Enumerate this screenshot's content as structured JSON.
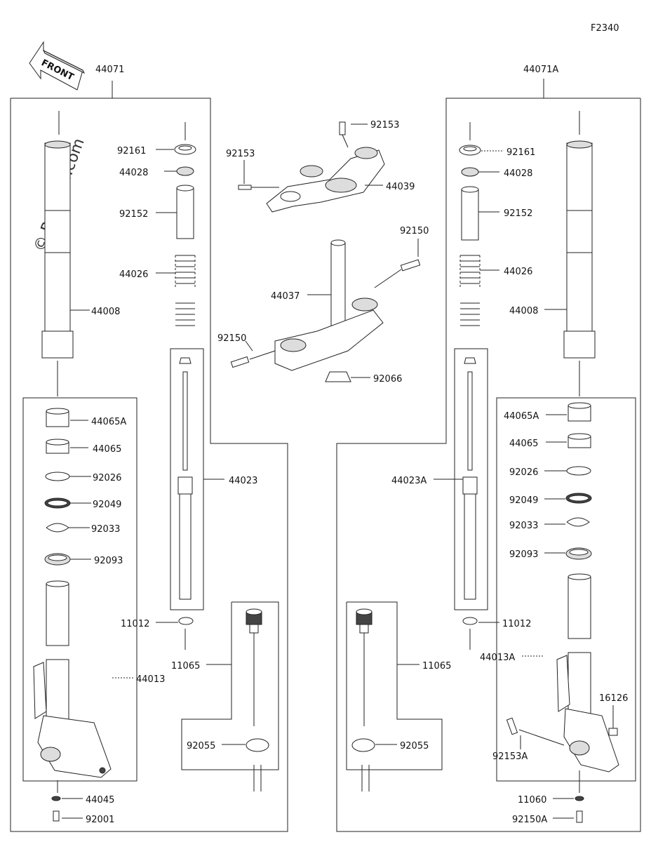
{
  "figure_id": "F2340",
  "front_label": "FRONT",
  "watermark": "© Partzilla.com",
  "parts": {
    "p44071": "44071",
    "p44071A": "44071A",
    "p92161_l": "92161",
    "p44028_l": "44028",
    "p92152_l": "92152",
    "p44026_l": "44026",
    "p44008_l": "44008",
    "p44065A_l": "44065A",
    "p44065_l": "44065",
    "p92026_l": "92026",
    "p92049_l": "92049",
    "p92033_l": "92033",
    "p92093_l": "92093",
    "p44023": "44023",
    "p11012_l": "11012",
    "p11065_l": "11065",
    "p44013": "44013",
    "p92055_l": "92055",
    "p44045": "44045",
    "p92001": "92001",
    "p92153_a": "92153",
    "p92153_b": "92153",
    "p44039": "44039",
    "p92150_a": "92150",
    "p44037": "44037",
    "p92150_b": "92150",
    "p92066": "92066",
    "p92161_r": "92161",
    "p44028_r": "44028",
    "p92152_r": "92152",
    "p44026_r": "44026",
    "p44008_r": "44008",
    "p44065A_r": "44065A",
    "p44065_r": "44065",
    "p92026_r": "92026",
    "p92049_r": "92049",
    "p92033_r": "92033",
    "p92093_r": "92093",
    "p44023A": "44023A",
    "p11012_r": "11012",
    "p11065_r": "11065",
    "p44013A": "44013A",
    "p16126": "16126",
    "p92153A": "92153A",
    "p92055_r": "92055",
    "p11060": "11060",
    "p92150A": "92150A"
  }
}
